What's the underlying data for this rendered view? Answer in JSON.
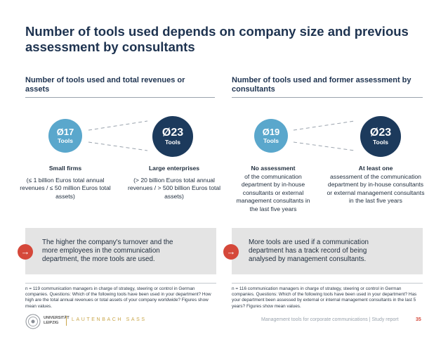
{
  "slide": {
    "title": "Number of tools used depends on company size and previous assessment by consultants"
  },
  "left": {
    "subheading": "Number of tools used and total revenues or assets",
    "small": {
      "avg": "Ø17",
      "unit": "Tools",
      "label": "Small firms",
      "detail": "(≤ 1 billion Euros total annual revenues / ≤ 50 million Euros total assets)"
    },
    "large": {
      "avg": "Ø23",
      "unit": "Tools",
      "label": "Large enterprises",
      "detail": "(> 20 billion Euros total annual revenues / > 500 billion Euros total assets)"
    },
    "conclusion": "The higher the company's turnover and the more employees in the communication department, the more tools are used.",
    "note": "n = 119 communication managers in charge of strategy, steering or control in German companies. Questions: Which of the following tools have been used in your department? How high are the total annual revenues or total assets of your company worldwide? Figures show mean values."
  },
  "right": {
    "subheading": "Number of tools used and former assessment by consultants",
    "small": {
      "avg": "Ø19",
      "unit": "Tools",
      "label": "No assessment",
      "detail": "of the communication department by in-house consultants or external management consultants in the last five years"
    },
    "large": {
      "avg": "Ø23",
      "unit": "Tools",
      "label": "At least one",
      "detail": "assessment of the communication department by in-house consultants or external management consultants in the last five years"
    },
    "conclusion": "More tools are used if a communication department has a track record of being analysed by management consultants.",
    "note": "n = 116 communication managers in charge of strategy, steering or control in German companies. Questions: Which of the following tools have been used in your department? Has your department been assessed by external or internal management consultants in the last 5 years? Figures show mean values."
  },
  "footer": {
    "university_line1": "UNIVERSITÄT",
    "university_line2": "LEIPZIG",
    "brand": "LAUTENBACH SASS",
    "caption": "Management tools for corporate communications | Study report",
    "page_number": "35"
  },
  "colors": {
    "small_circle": "#5aa7cc",
    "large_circle": "#1c3a5c",
    "arrow": "#d5483a",
    "box": "#e4e4e4",
    "title": "#1e3350"
  },
  "icons": {
    "arrow": "arrow-right-icon",
    "seal": "university-seal-icon"
  }
}
